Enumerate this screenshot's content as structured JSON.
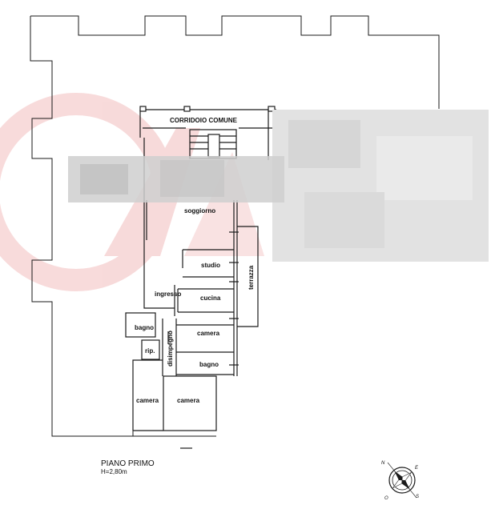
{
  "rooms": {
    "corridor": "CORRIDOIO COMUNE",
    "living": "soggiorno",
    "study": "studio",
    "terrace": "terrazza",
    "entrance": "ingresso",
    "kitchen": "cucina",
    "bathroom_1": "bagno",
    "storage": "rip.",
    "hallway": "disimpegno",
    "bedroom_1": "camera",
    "bathroom_2": "bagno",
    "bedroom_2": "camera",
    "bedroom_3": "camera"
  },
  "floor": {
    "title": "PIANO PRIMO",
    "height": "H=2,80m"
  },
  "compass": {
    "n": "N",
    "e": "E",
    "s": "S",
    "o": "O"
  },
  "colors": {
    "watermark": "#d83a3a",
    "line": "#1a1a1a"
  }
}
